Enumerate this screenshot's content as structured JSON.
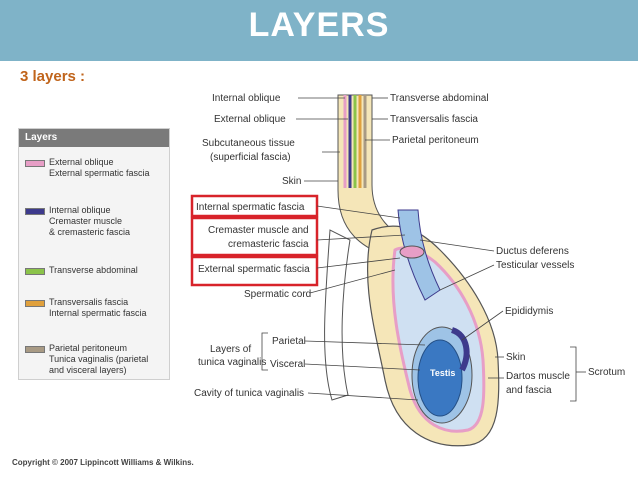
{
  "header": {
    "title": "LAYERS"
  },
  "subtitle": "3 layers :",
  "legend": {
    "title": "Layers",
    "items": [
      {
        "line1": "External oblique",
        "line2": "External spermatic fascia",
        "line3": "",
        "color": "#e79ec6"
      },
      {
        "line1": "Internal oblique",
        "line2": "Cremaster muscle",
        "line3": "& cremasteric fascia",
        "color": "#3d3a8c"
      },
      {
        "line1": "Transverse abdominal",
        "line2": "",
        "line3": "",
        "color": "#8bc34a"
      },
      {
        "line1": "Transversalis fascia",
        "line2": "Internal spermatic fascia",
        "line3": "",
        "color": "#e0a03c"
      },
      {
        "line1": "Parietal peritoneum",
        "line2": "Tunica vaginalis (parietal",
        "line3": "and visceral layers)",
        "color": "#a89a84"
      }
    ]
  },
  "labels": {
    "internal_oblique": "Internal oblique",
    "external_oblique": "External oblique",
    "subcutaneous_1": "Subcutaneous tissue",
    "subcutaneous_2": "(superficial fascia)",
    "skin_left": "Skin",
    "internal_spermatic_fascia": "Internal spermatic fascia",
    "cremaster_1": "Cremaster muscle and",
    "cremaster_2": "cremasteric fascia",
    "external_spermatic_fascia": "External spermatic fascia",
    "spermatic_cord": "Spermatic cord",
    "layers_of_1": "Layers of",
    "layers_of_2": "tunica vaginalis",
    "parietal": "Parietal",
    "visceral": "Visceral",
    "cavity": "Cavity of tunica vaginalis",
    "transverse_abdominal": "Transverse abdominal",
    "transversalis_fascia": "Transversalis fascia",
    "parietal_peritoneum": "Parietal peritoneum",
    "ductus_deferens": "Ductus deferens",
    "testicular_vessels": "Testicular vessels",
    "epididymis": "Epididymis",
    "skin_right": "Skin",
    "dartos_1": "Dartos muscle",
    "dartos_2": "and fascia",
    "scrotum": "Scrotum",
    "testis": "Testis"
  },
  "colors": {
    "title_bar": "#7fb3c8",
    "subtitle": "#c0641b",
    "highlight_box": "#d8232a",
    "skin": "#f5e6b8",
    "blue_layer": "#9ec3e6",
    "testis": "#3a78c2"
  },
  "copyright": "Copyright © 2007 Lippincott Williams & Wilkins."
}
